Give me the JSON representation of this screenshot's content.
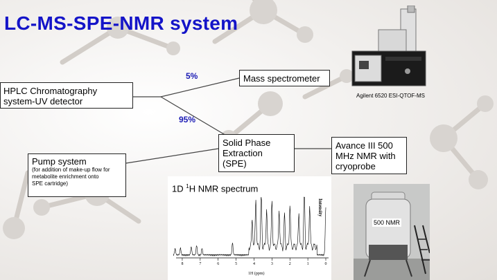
{
  "title": "LC-MS-SPE-NMR system",
  "boxes": {
    "hplc": [
      "HPLC Chromatography",
      "system-UV detector"
    ],
    "mass_spec": "Mass spectrometer",
    "spe": [
      "Solid Phase",
      "Extraction",
      "(SPE)"
    ],
    "nmr": [
      "Avance III 500",
      "MHz NMR with",
      "cryoprobe"
    ],
    "pump_title": "Pump system",
    "pump_note": [
      "(for addition of make-up flow for",
      "metabolite enrichment onto",
      "SPE cartridge)"
    ]
  },
  "split": {
    "to_ms": "5%",
    "to_spe": "95%"
  },
  "instrument_caption": "Agilent 6520 ESI-QTOF-MS",
  "magnet_label": "500 NMR",
  "spectrum": {
    "title_prefix": "1D ",
    "title_sup": "1",
    "title_suffix": "H NMR spectrum",
    "ylabel": "Intensity",
    "xlabel": "1H (ppm)",
    "ticks": [
      "8",
      "7",
      "6",
      "5",
      "4",
      "3",
      "2",
      "1",
      "0"
    ]
  }
}
